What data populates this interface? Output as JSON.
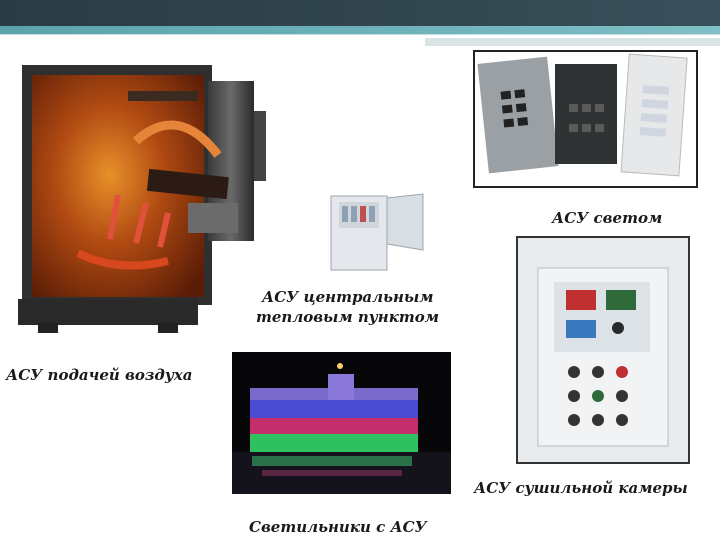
{
  "captions": {
    "light": "АСУ светом",
    "heat_point_line1": "АСУ центральным",
    "heat_point_line2": "тепловым пунктом",
    "air_supply": "АСУ подачей воздуха",
    "drying_chamber": "АСУ сушильной камеры",
    "lamps": "Светильники с АСУ"
  },
  "colors": {
    "topbar": "#2a3b45",
    "accent": "#5aa3ad"
  }
}
